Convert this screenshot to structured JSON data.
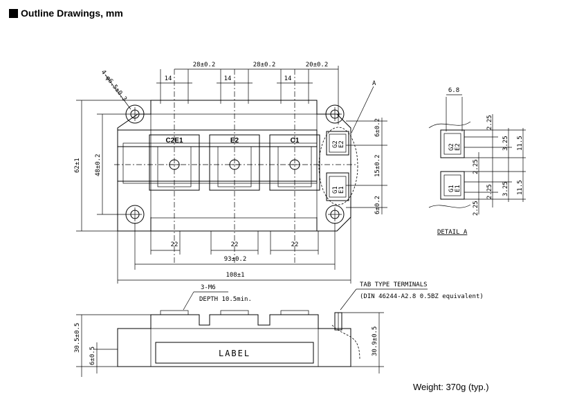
{
  "title": "Outline Drawings, mm",
  "weight": "Weight: 370g (typ.)",
  "top_view": {
    "hole_callout": "4-φ6.5±0.3",
    "dim_top_28a": "28±0.2",
    "dim_top_28b": "28±0.2",
    "dim_top_20": "20±0.2",
    "dim_14a": "14",
    "dim_14b": "14",
    "dim_14c": "14",
    "dim_62": "62±1",
    "dim_48": "48±0.2",
    "dim_6a": "6±0.2",
    "dim_15": "15±0.2",
    "dim_6b": "6±0.2",
    "dim_22a": "22",
    "dim_22b": "22",
    "dim_22c": "22",
    "dim_93": "93±0.2",
    "dim_108": "108±1",
    "terminal_c2e1": "C2E1",
    "terminal_e2": "E2",
    "terminal_c1": "C1",
    "detail_marker": "A",
    "pin_g2": "G2",
    "pin_e2": "E2",
    "pin_g1": "G1",
    "pin_e1": "E1"
  },
  "detail_a": {
    "caption": "DETAIL A",
    "dim_68": "6.8",
    "dim_225a": "2.25",
    "dim_325a": "3.25",
    "dim_115a": "11.5",
    "dim_225b": "2.25",
    "dim_225c": "2.25",
    "dim_325b": "3.25",
    "dim_115b": "11.5",
    "dim_225d": "2.25",
    "pin_g2": "G2",
    "pin_e2": "E2",
    "pin_g1": "G1",
    "pin_e1": "E1"
  },
  "side_view": {
    "screw_callout": "3-M6",
    "depth_callout": "DEPTH 10.5min.",
    "tab_title": "TAB TYPE TERMINALS",
    "tab_spec": "(DIN 46244-A2.8 0.5BZ equivalent)",
    "label": "LABEL",
    "dim_305": "30.5±0.5",
    "dim_6": "6±0.5",
    "dim_309": "30.9±0.5"
  }
}
